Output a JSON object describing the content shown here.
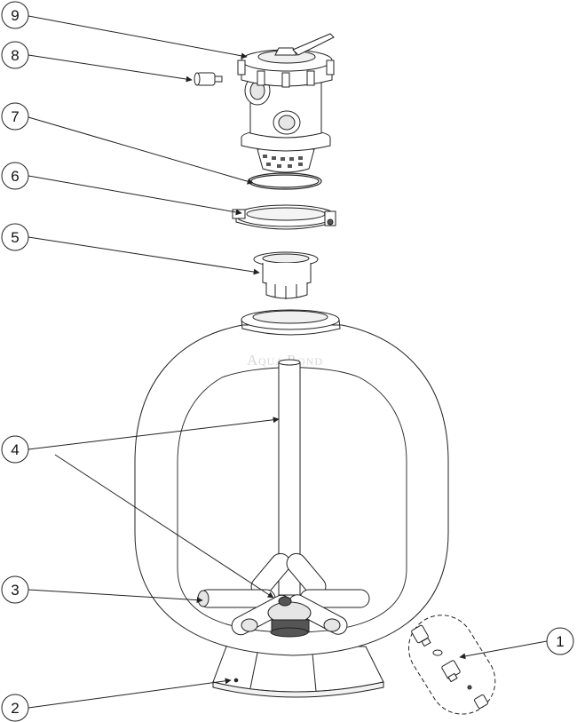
{
  "watermark": {
    "text_big1": "A",
    "text_small1": "QUA",
    "text_big2": "P",
    "text_small2": "OND"
  },
  "callouts": [
    {
      "id": "1",
      "label": "1"
    },
    {
      "id": "2",
      "label": "2"
    },
    {
      "id": "3",
      "label": "3"
    },
    {
      "id": "4",
      "label": "4"
    },
    {
      "id": "5",
      "label": "5"
    },
    {
      "id": "6",
      "label": "6"
    },
    {
      "id": "7",
      "label": "7"
    },
    {
      "id": "8",
      "label": "8"
    },
    {
      "id": "9",
      "label": "9"
    }
  ],
  "colors": {
    "line": "#222222",
    "part_fill": "#ffffff",
    "shade": "#e6e6e6",
    "dark": "#555555",
    "watermark": "#d8d8d8"
  }
}
